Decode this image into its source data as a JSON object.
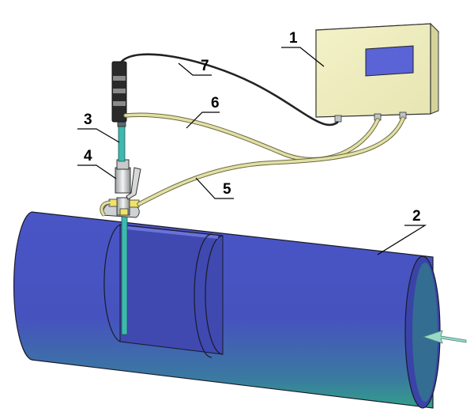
{
  "diagram": {
    "callouts": [
      {
        "id": "c1",
        "label": "1",
        "part": "measuring-unit"
      },
      {
        "id": "c2",
        "label": "2",
        "part": "pipe"
      },
      {
        "id": "c3",
        "label": "3",
        "part": "insertion-probe"
      },
      {
        "id": "c4",
        "label": "4",
        "part": "valve-fitting"
      },
      {
        "id": "c5",
        "label": "5",
        "part": "lower-hose"
      },
      {
        "id": "c6",
        "label": "6",
        "part": "middle-hose"
      },
      {
        "id": "c7",
        "label": "7",
        "part": "signal-cable"
      }
    ]
  },
  "colors": {
    "pipe": "#4f58c9",
    "pipe_dark": "#2e6b8a",
    "pipe_inner": "#37a08a",
    "hose": "#e2e0a6",
    "unit_body": "#f0efc0",
    "unit_screen": "#5a64d6",
    "probe": "#3fb9b0",
    "cable": "#222222",
    "flow_arrow": "#9ad9c8"
  }
}
